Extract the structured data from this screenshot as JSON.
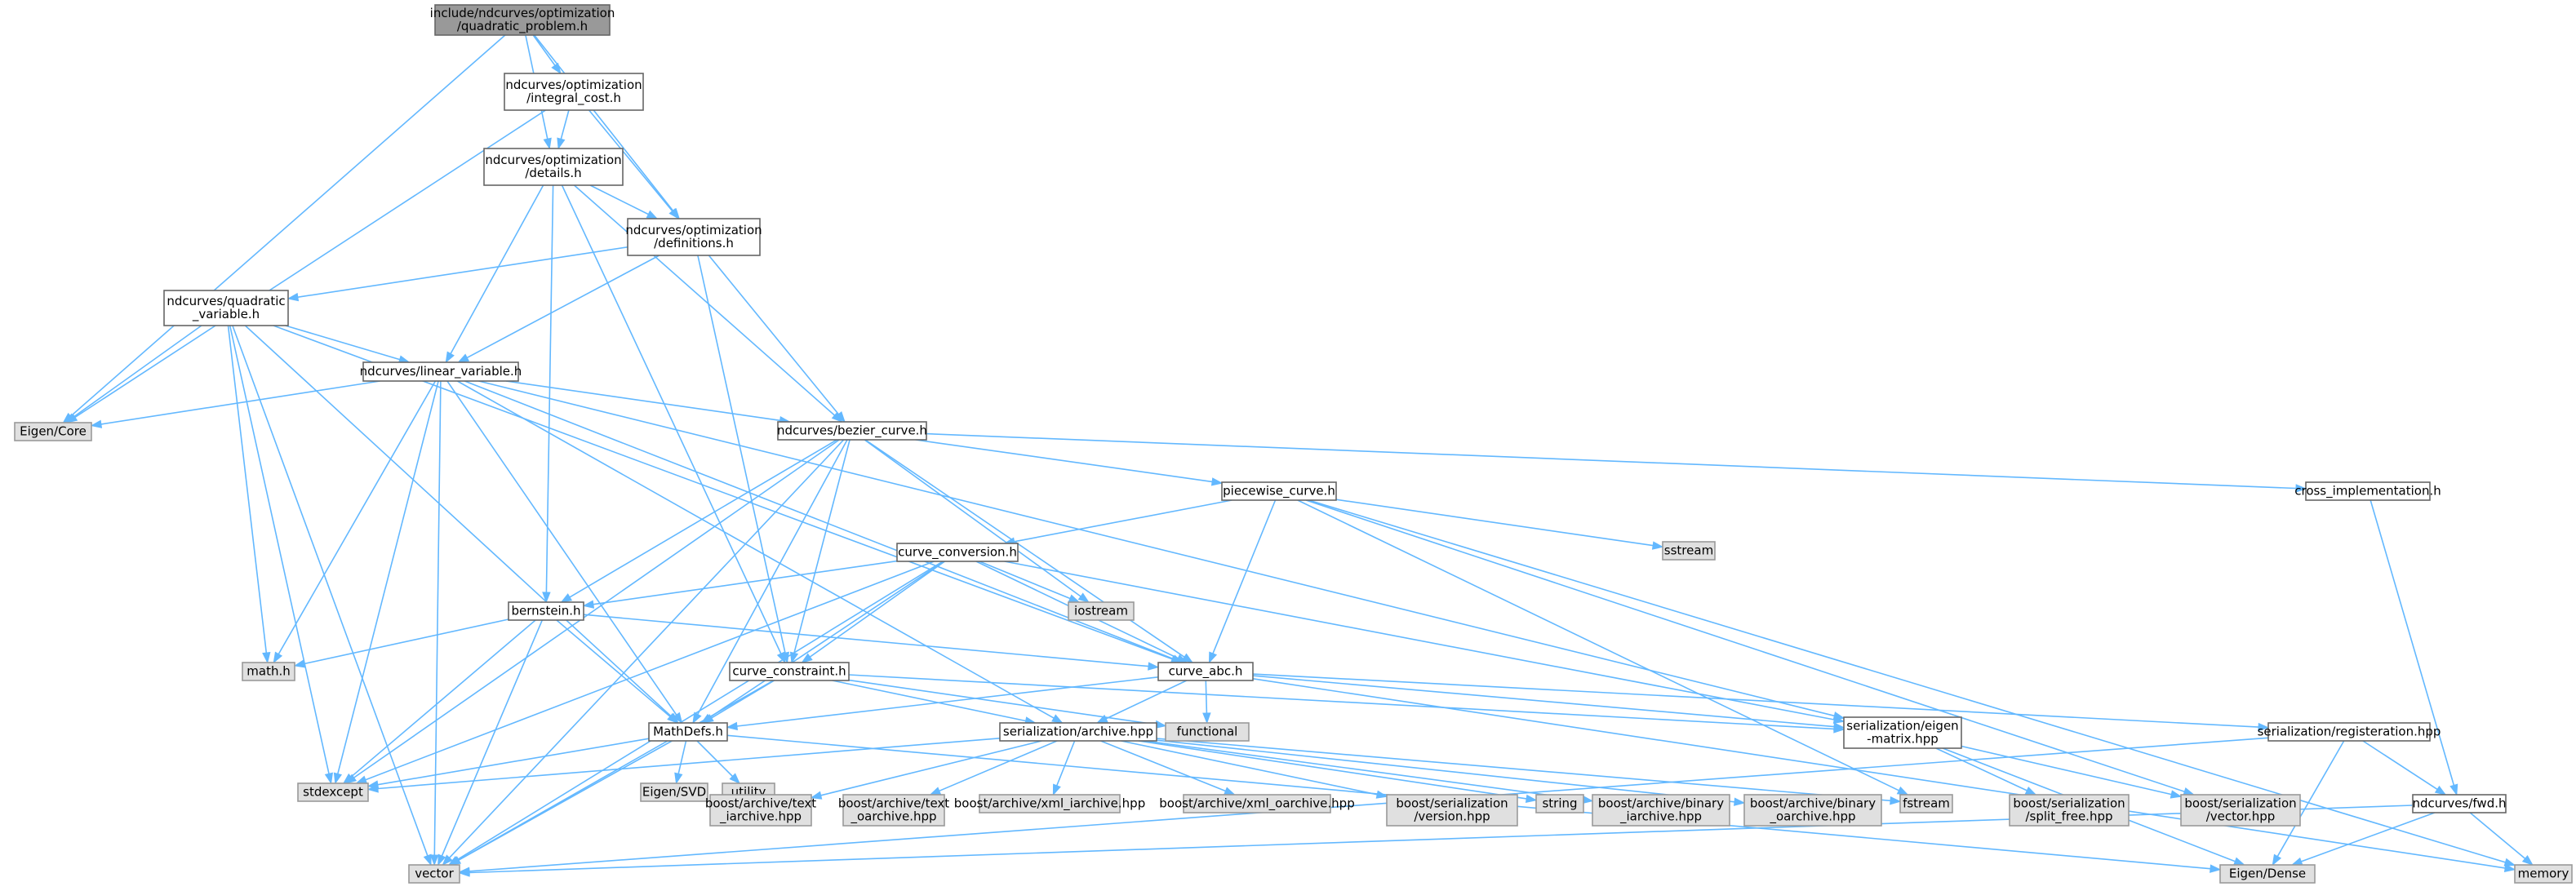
{
  "colors": {
    "edge": "#63b8ff",
    "file_fill": "#ffffff",
    "file_stroke": "#666666",
    "sys_fill": "#e0e0e0",
    "root_fill": "#999999"
  },
  "nodes": [
    {
      "id": "qp",
      "kind": "root",
      "lines": [
        "include/ndcurves/optimization",
        "/quadratic_problem.h"
      ]
    },
    {
      "id": "ic",
      "kind": "file",
      "lines": [
        "ndcurves/optimization",
        "/integral_cost.h"
      ]
    },
    {
      "id": "det",
      "kind": "file",
      "lines": [
        "ndcurves/optimization",
        "/details.h"
      ]
    },
    {
      "id": "def",
      "kind": "file",
      "lines": [
        "ndcurves/optimization",
        "/definitions.h"
      ]
    },
    {
      "id": "qv",
      "kind": "file",
      "lines": [
        "ndcurves/quadratic",
        "_variable.h"
      ]
    },
    {
      "id": "lv",
      "kind": "file",
      "lines": [
        "ndcurves/linear_variable.h"
      ]
    },
    {
      "id": "ec",
      "kind": "sys",
      "lines": [
        "Eigen/Core"
      ]
    },
    {
      "id": "bz",
      "kind": "file",
      "lines": [
        "ndcurves/bezier_curve.h"
      ]
    },
    {
      "id": "cross",
      "kind": "file",
      "lines": [
        "cross_implementation.h"
      ]
    },
    {
      "id": "pw",
      "kind": "file",
      "lines": [
        "piecewise_curve.h"
      ]
    },
    {
      "id": "ss",
      "kind": "sys",
      "lines": [
        "sstream"
      ]
    },
    {
      "id": "cc",
      "kind": "file",
      "lines": [
        "curve_conversion.h"
      ]
    },
    {
      "id": "ios",
      "kind": "sys",
      "lines": [
        "iostream"
      ]
    },
    {
      "id": "bern",
      "kind": "file",
      "lines": [
        "bernstein.h"
      ]
    },
    {
      "id": "math",
      "kind": "sys",
      "lines": [
        "math.h"
      ]
    },
    {
      "id": "abc",
      "kind": "file",
      "lines": [
        "curve_abc.h"
      ]
    },
    {
      "id": "cons",
      "kind": "file",
      "lines": [
        "curve_constraint.h"
      ]
    },
    {
      "id": "func",
      "kind": "sys",
      "lines": [
        "functional"
      ]
    },
    {
      "id": "md",
      "kind": "file",
      "lines": [
        "MathDefs.h"
      ]
    },
    {
      "id": "arch",
      "kind": "file",
      "lines": [
        "serialization/archive.hpp"
      ]
    },
    {
      "id": "eig",
      "kind": "file",
      "lines": [
        "serialization/eigen",
        "-matrix.hpp"
      ]
    },
    {
      "id": "reg",
      "kind": "file",
      "lines": [
        "serialization/registeration.hpp"
      ]
    },
    {
      "id": "fwd",
      "kind": "file",
      "lines": [
        "ndcurves/fwd.h"
      ]
    },
    {
      "id": "stdx",
      "kind": "sys",
      "lines": [
        "stdexcept"
      ]
    },
    {
      "id": "svd",
      "kind": "sys",
      "lines": [
        "Eigen/SVD"
      ]
    },
    {
      "id": "util",
      "kind": "sys",
      "lines": [
        "utility"
      ]
    },
    {
      "id": "ti",
      "kind": "sys",
      "lines": [
        "boost/archive/text",
        "_iarchive.hpp"
      ]
    },
    {
      "id": "to",
      "kind": "sys",
      "lines": [
        "boost/archive/text",
        "_oarchive.hpp"
      ]
    },
    {
      "id": "xi",
      "kind": "sys",
      "lines": [
        "boost/archive/xml_iarchive.hpp"
      ]
    },
    {
      "id": "xo",
      "kind": "sys",
      "lines": [
        "boost/archive/xml_oarchive.hpp"
      ]
    },
    {
      "id": "ver",
      "kind": "sys",
      "lines": [
        "boost/serialization",
        "/version.hpp"
      ]
    },
    {
      "id": "str",
      "kind": "sys",
      "lines": [
        "string"
      ]
    },
    {
      "id": "bi",
      "kind": "sys",
      "lines": [
        "boost/archive/binary",
        "_iarchive.hpp"
      ]
    },
    {
      "id": "bo",
      "kind": "sys",
      "lines": [
        "boost/archive/binary",
        "_oarchive.hpp"
      ]
    },
    {
      "id": "fs",
      "kind": "sys",
      "lines": [
        "fstream"
      ]
    },
    {
      "id": "split",
      "kind": "sys",
      "lines": [
        "boost/serialization",
        "/split_free.hpp"
      ]
    },
    {
      "id": "bvec",
      "kind": "sys",
      "lines": [
        "boost/serialization",
        "/vector.hpp"
      ]
    },
    {
      "id": "vec",
      "kind": "sys",
      "lines": [
        "vector"
      ]
    },
    {
      "id": "dense",
      "kind": "sys",
      "lines": [
        "Eigen/Dense"
      ]
    },
    {
      "id": "mem",
      "kind": "sys",
      "lines": [
        "memory"
      ]
    }
  ],
  "edges": [
    [
      "qp",
      "ic"
    ],
    [
      "qp",
      "det"
    ],
    [
      "qp",
      "def"
    ],
    [
      "qp",
      "ec"
    ],
    [
      "ic",
      "det"
    ],
    [
      "ic",
      "def"
    ],
    [
      "ic",
      "ec"
    ],
    [
      "det",
      "def"
    ],
    [
      "det",
      "lv"
    ],
    [
      "det",
      "bz"
    ],
    [
      "det",
      "bern"
    ],
    [
      "det",
      "cons"
    ],
    [
      "def",
      "qv"
    ],
    [
      "def",
      "lv"
    ],
    [
      "def",
      "bz"
    ],
    [
      "def",
      "cons"
    ],
    [
      "qv",
      "lv"
    ],
    [
      "qv",
      "ec"
    ],
    [
      "qv",
      "math"
    ],
    [
      "qv",
      "stdx"
    ],
    [
      "qv",
      "vec"
    ],
    [
      "qv",
      "md"
    ],
    [
      "qv",
      "abc"
    ],
    [
      "lv",
      "ec"
    ],
    [
      "lv",
      "bz"
    ],
    [
      "lv",
      "math"
    ],
    [
      "lv",
      "stdx"
    ],
    [
      "lv",
      "vec"
    ],
    [
      "lv",
      "md"
    ],
    [
      "lv",
      "arch"
    ],
    [
      "lv",
      "eig"
    ],
    [
      "lv",
      "abc"
    ],
    [
      "bz",
      "cross"
    ],
    [
      "bz",
      "pw"
    ],
    [
      "bz",
      "ios"
    ],
    [
      "bz",
      "bern"
    ],
    [
      "bz",
      "abc"
    ],
    [
      "bz",
      "cons"
    ],
    [
      "bz",
      "md"
    ],
    [
      "bz",
      "stdx"
    ],
    [
      "bz",
      "vec"
    ],
    [
      "cross",
      "fwd"
    ],
    [
      "pw",
      "ss"
    ],
    [
      "pw",
      "cc"
    ],
    [
      "pw",
      "abc"
    ],
    [
      "pw",
      "fs"
    ],
    [
      "pw",
      "bvec"
    ],
    [
      "pw",
      "mem"
    ],
    [
      "cc",
      "bern"
    ],
    [
      "cc",
      "ios"
    ],
    [
      "cc",
      "abc"
    ],
    [
      "cc",
      "cons"
    ],
    [
      "cc",
      "md"
    ],
    [
      "cc",
      "stdx"
    ],
    [
      "cc",
      "eig"
    ],
    [
      "cc",
      "vec"
    ],
    [
      "bern",
      "math"
    ],
    [
      "bern",
      "abc"
    ],
    [
      "bern",
      "md"
    ],
    [
      "bern",
      "stdx"
    ],
    [
      "bern",
      "vec"
    ],
    [
      "abc",
      "func"
    ],
    [
      "abc",
      "md"
    ],
    [
      "abc",
      "arch"
    ],
    [
      "abc",
      "eig"
    ],
    [
      "abc",
      "reg"
    ],
    [
      "abc",
      "mem"
    ],
    [
      "cons",
      "md"
    ],
    [
      "cons",
      "arch"
    ],
    [
      "cons",
      "func"
    ],
    [
      "cons",
      "vec"
    ],
    [
      "cons",
      "eig"
    ],
    [
      "md",
      "stdx"
    ],
    [
      "md",
      "svd"
    ],
    [
      "md",
      "util"
    ],
    [
      "md",
      "vec"
    ],
    [
      "md",
      "dense"
    ],
    [
      "arch",
      "stdx"
    ],
    [
      "arch",
      "ti"
    ],
    [
      "arch",
      "to"
    ],
    [
      "arch",
      "xi"
    ],
    [
      "arch",
      "xo"
    ],
    [
      "arch",
      "ver"
    ],
    [
      "arch",
      "str"
    ],
    [
      "arch",
      "bi"
    ],
    [
      "arch",
      "bo"
    ],
    [
      "arch",
      "fs"
    ],
    [
      "eig",
      "split"
    ],
    [
      "eig",
      "bvec"
    ],
    [
      "eig",
      "dense"
    ],
    [
      "reg",
      "fwd"
    ],
    [
      "reg",
      "dense"
    ],
    [
      "reg",
      "vec"
    ],
    [
      "fwd",
      "mem"
    ],
    [
      "fwd",
      "dense"
    ],
    [
      "fwd",
      "vec"
    ]
  ]
}
